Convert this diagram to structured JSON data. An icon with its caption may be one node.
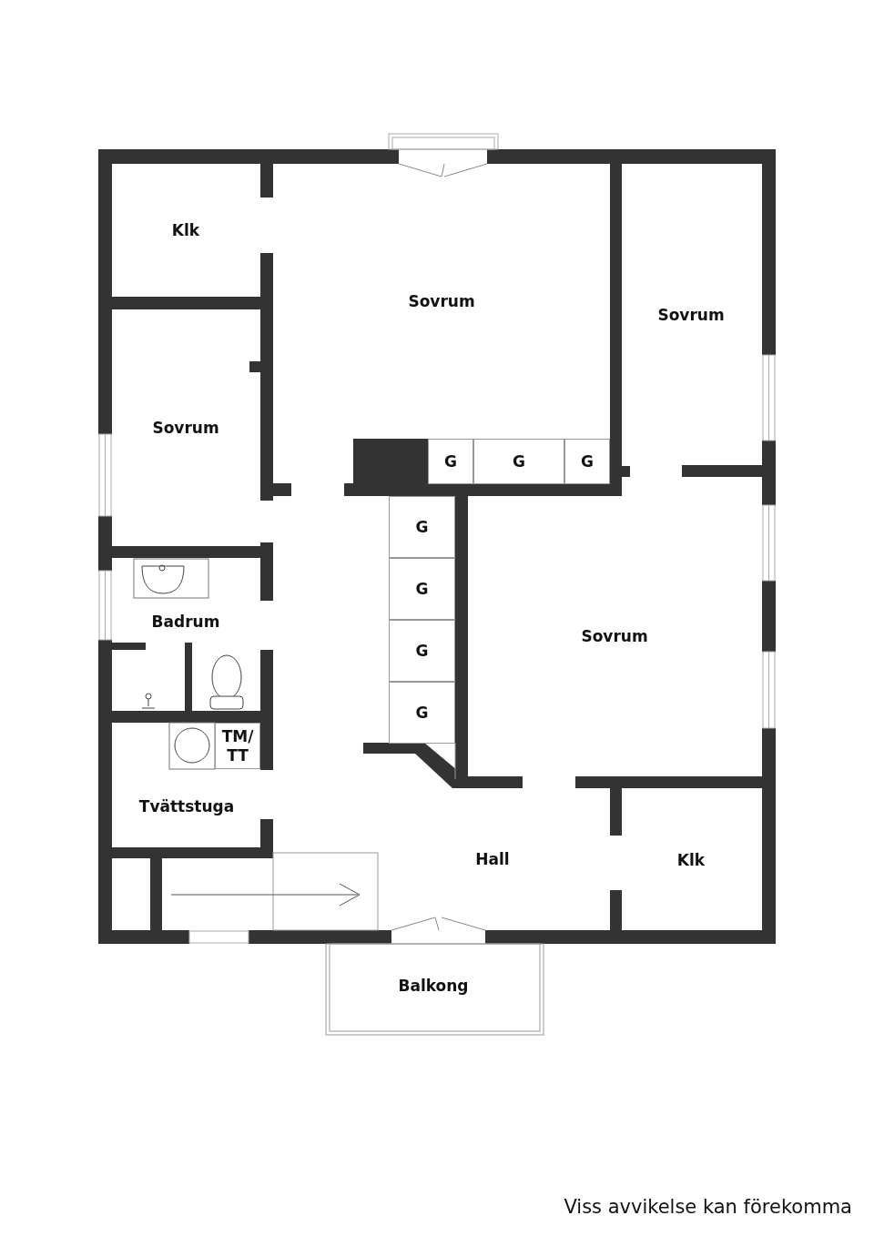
{
  "diagram": {
    "caption": "Viss avvikelse kan förekomma",
    "nodes": [
      {
        "text": [
          "G"
        ]
      },
      {
        "text": [
          "G"
        ]
      },
      {
        "text": [
          "G"
        ]
      },
      {
        "text": [
          "G"
        ]
      },
      {
        "text": [
          "G"
        ]
      },
      {
        "text": [
          "G"
        ]
      },
      {
        "text": [
          "G"
        ]
      },
      {
        "text": [
          "TM/ TT"
        ]
      }
    ],
    "labels": [
      "Klk",
      "Sovrum",
      "Sovrum",
      "Sovrum",
      "Sovrum",
      "Badrum",
      "Tvättstuga",
      "Hall",
      "Klk",
      "Balkong"
    ]
  }
}
